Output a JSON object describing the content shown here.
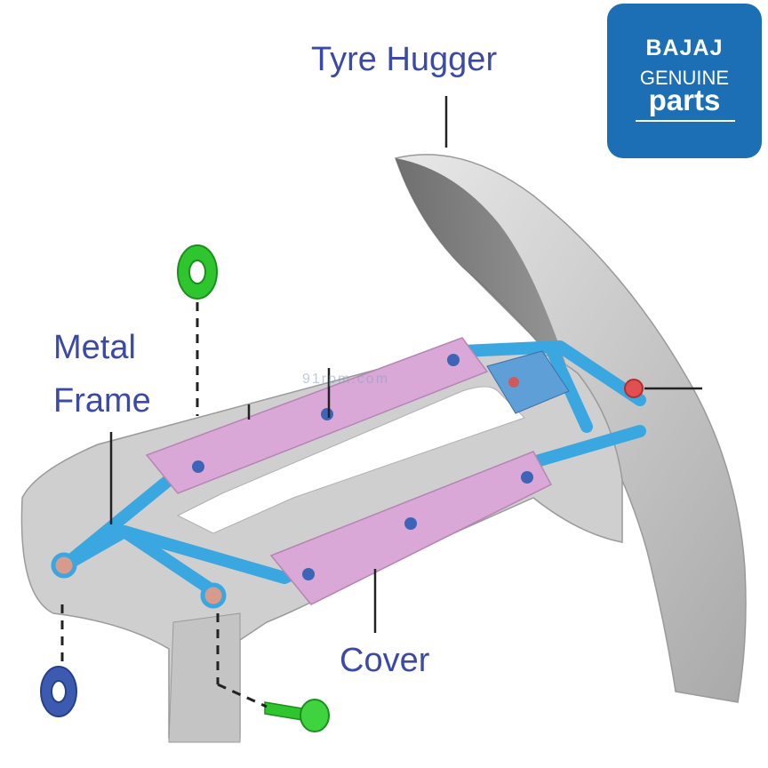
{
  "callouts": {
    "tyre_hugger": "Tyre Hugger",
    "metal": "Metal",
    "frame": "Frame",
    "cover": "Cover"
  },
  "logo": {
    "brand": "BAJAJ",
    "line1": "GENUINE",
    "line2": "parts"
  },
  "watermark": "91rpm.com",
  "colors": {
    "label": "#3b4aa8",
    "badge": "#1d6fb5",
    "frame": "#3aa7e0",
    "cover": "#d9a8d6",
    "hugger": "#c9c9c9",
    "washer_green": "#2ec52e",
    "washer_blue": "#3c5bb0",
    "bolt_red": "#e05050"
  }
}
